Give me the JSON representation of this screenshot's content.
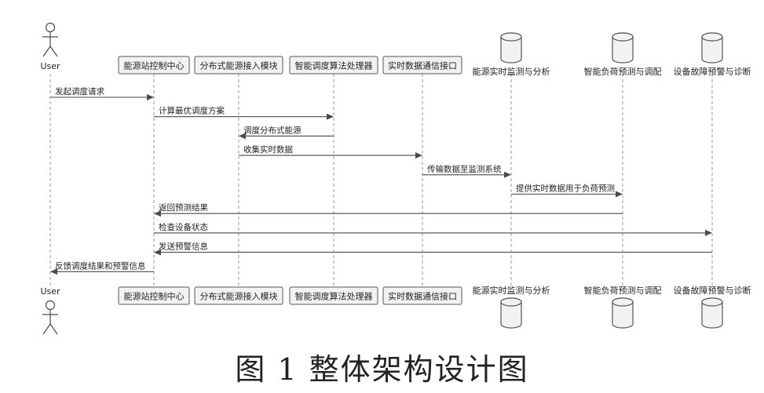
{
  "figure": {
    "caption": "图 1  整体架构设计图"
  },
  "participants": [
    {
      "id": "user",
      "label": "User",
      "shape": "actor"
    },
    {
      "id": "ctrl",
      "label": "能源站控制中心",
      "shape": "box"
    },
    {
      "id": "access",
      "label": "分布式能源接入模块",
      "shape": "box"
    },
    {
      "id": "algo",
      "label": "智能调度算法处理器",
      "shape": "box"
    },
    {
      "id": "comm",
      "label": "实时数据通信接口",
      "shape": "box"
    },
    {
      "id": "monitor",
      "label": "能源实时监测与分析",
      "shape": "database"
    },
    {
      "id": "forecast",
      "label": "智能负荷预测与调配",
      "shape": "database"
    },
    {
      "id": "diag",
      "label": "设备故障预警与诊断",
      "shape": "database"
    }
  ],
  "messages": [
    {
      "from": "user",
      "to": "ctrl",
      "label": "发起调度请求"
    },
    {
      "from": "ctrl",
      "to": "algo",
      "label": "计算最优调度方案"
    },
    {
      "from": "algo",
      "to": "access",
      "label": "调度分布式能源"
    },
    {
      "from": "access",
      "to": "comm",
      "label": "收集实时数据"
    },
    {
      "from": "comm",
      "to": "monitor",
      "label": "传输数据至监测系统"
    },
    {
      "from": "monitor",
      "to": "forecast",
      "label": "提供实时数据用于负荷预测"
    },
    {
      "from": "forecast",
      "to": "ctrl",
      "label": "返回预测结果"
    },
    {
      "from": "ctrl",
      "to": "diag",
      "label": "检查设备状态"
    },
    {
      "from": "diag",
      "to": "ctrl",
      "label": "发送预警信息"
    },
    {
      "from": "ctrl",
      "to": "user",
      "label": "反馈调度结果和预警信息"
    }
  ],
  "colors": {
    "line": "#4a4a4a",
    "lifeline": "#9a9a9a",
    "box_fill": "#f2f2f2",
    "box_stroke": "#555555",
    "text": "#222222"
  }
}
